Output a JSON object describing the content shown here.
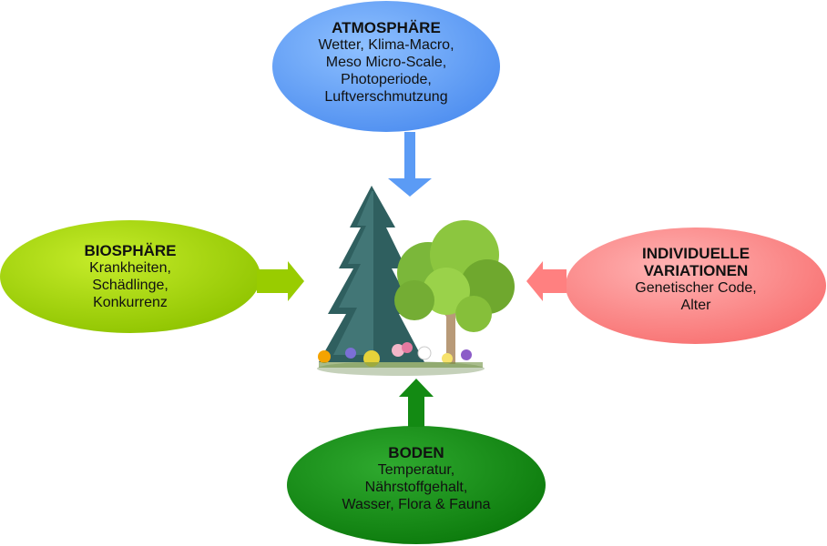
{
  "nodes": {
    "atmosphere": {
      "title": "ATMOSPHÄRE",
      "lines": [
        "Wetter, Klima-Macro,",
        "Meso Micro-Scale,",
        "Photoperiode,",
        "Luftverschmutzung"
      ],
      "color": "#5b9bf5"
    },
    "biosphere": {
      "title": "BIOSPHÄRE",
      "lines": [
        "Krankheiten,",
        "Schädlinge,",
        "Konkurrenz"
      ],
      "color": "#99cc00"
    },
    "individual": {
      "title_lines": [
        "INDIVIDUELLE",
        "VARIATIONEN"
      ],
      "lines": [
        "Genetischer Code,",
        "Alter"
      ],
      "color": "#ff7f7f"
    },
    "soil": {
      "title": "BODEN",
      "lines": [
        "Temperatur,",
        "Nährstoffgehalt,",
        "Wasser, Flora & Fauna"
      ],
      "color": "#138a13"
    }
  },
  "center": {
    "icon": "trees-and-flowers-icon"
  }
}
